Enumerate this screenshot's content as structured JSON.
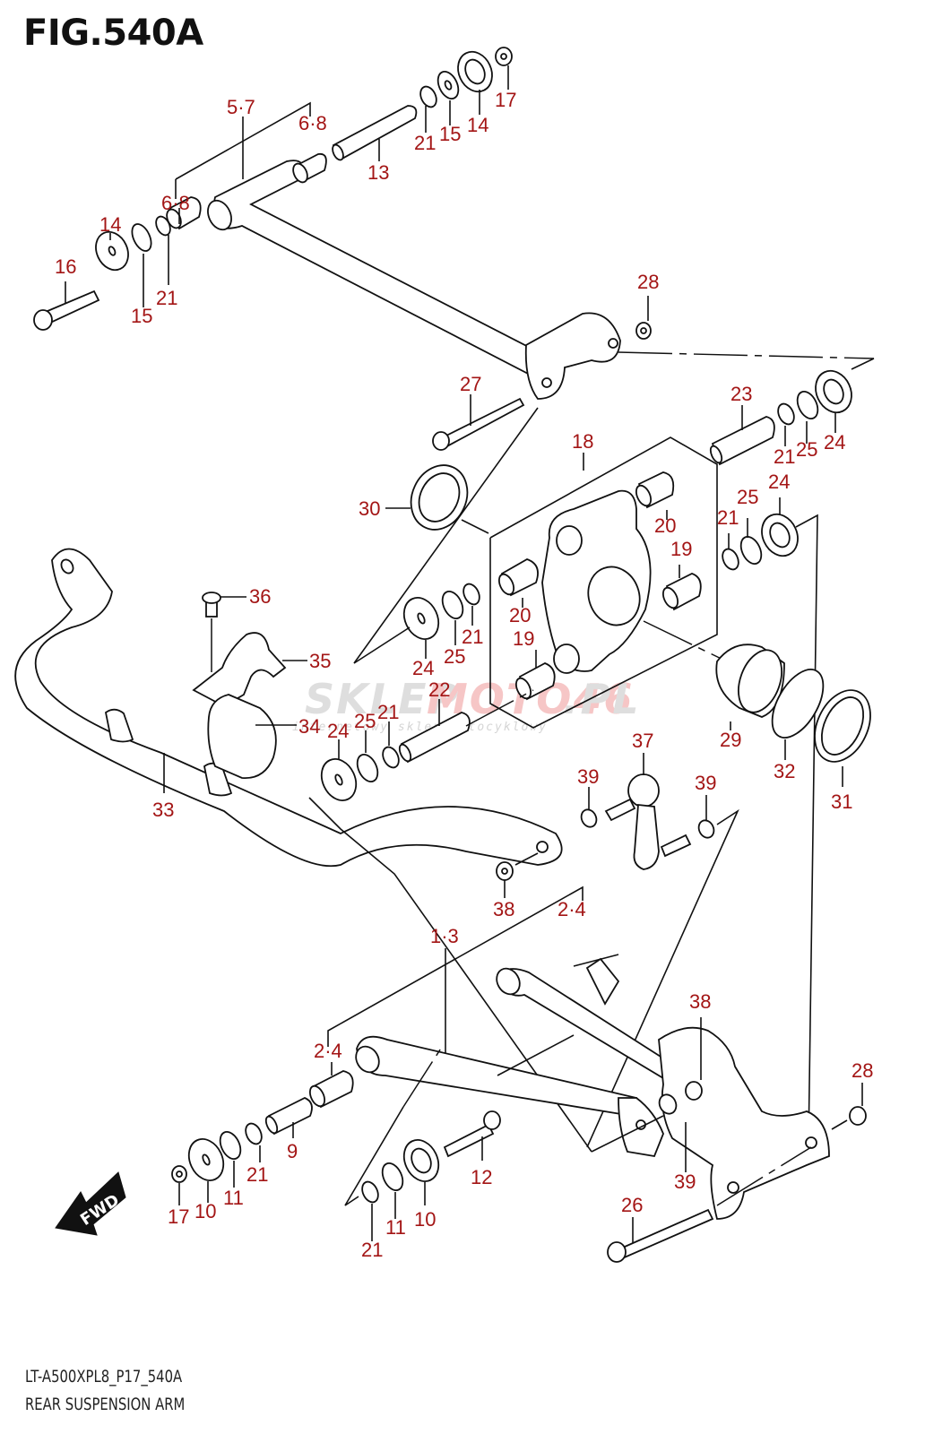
{
  "figure": {
    "title": "FIG.540A",
    "code": "LT-A500XPL8_P17_540A",
    "name": "REAR SUSPENSION ARM"
  },
  "watermark": {
    "part1": "SKLEP",
    "part2": "MOTO46",
    "part3": ".PL",
    "tagline": "internetowy sklep motocyklowy"
  },
  "fwd_label": "FWD",
  "colors": {
    "callout": "#a31515",
    "line": "#111111"
  },
  "callouts": {
    "c57": "5·7",
    "c68a": "6·8",
    "c13": "13",
    "c21a": "21",
    "c15a": "15",
    "c14a": "14",
    "c17a": "17",
    "c68b": "6·8",
    "c14b": "14",
    "c16": "16",
    "c15b": "15",
    "c21b": "21",
    "c28a": "28",
    "c27": "27",
    "c23": "23",
    "c21c": "21",
    "c25a": "25",
    "c24a": "24",
    "c18": "18",
    "c30": "30",
    "c20a": "20",
    "c19a": "19",
    "c25b": "25",
    "c24b": "24",
    "c21d": "21",
    "c36": "36",
    "c35": "35",
    "c20b": "20",
    "c19b": "19",
    "c24c": "24",
    "c25c": "25",
    "c21e": "21",
    "c22": "22",
    "c34": "34",
    "c29": "29",
    "c32": "32",
    "c31": "31",
    "c24d": "24",
    "c25d": "25",
    "c21f": "21",
    "c33": "33",
    "c37": "37",
    "c39a": "39",
    "c39b": "39",
    "c38a": "38",
    "c13b": "1·3",
    "c24e": "2·4",
    "c24f": "2·4",
    "c38b": "38",
    "c28b": "28",
    "c9": "9",
    "c12": "12",
    "c39c": "39",
    "c26": "26",
    "c17b": "17",
    "c10a": "10",
    "c11a": "11",
    "c21g": "21",
    "c21h": "21",
    "c11b": "11",
    "c10b": "10"
  }
}
